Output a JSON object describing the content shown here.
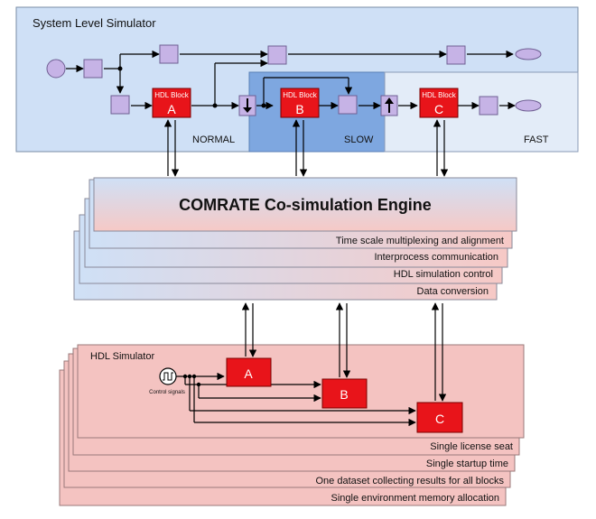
{
  "system_sim": {
    "title": "System Level Simulator",
    "regions": {
      "normal": "NORMAL",
      "slow": "SLOW",
      "fast": "FAST"
    },
    "hdl_block_label": "HDL Block",
    "blocks": [
      "A",
      "B",
      "C"
    ]
  },
  "engine": {
    "title": "COMRATE Co-simulation Engine",
    "layers": [
      "Time scale multiplexing and alignment",
      "Interprocess communication",
      "HDL simulation control",
      "Data conversion"
    ]
  },
  "hdl_sim": {
    "title": "HDL Simulator",
    "control_label": "Control signals",
    "blocks": [
      "A",
      "B",
      "C"
    ],
    "layers": [
      "Single license seat",
      "Single startup time",
      "One dataset collecting results for all blocks",
      "Single environment memory allocation"
    ]
  },
  "colors": {
    "system_bg": "#cfe0f6",
    "slow_bg": "#7ea7e0",
    "fast_bg": "#e3ecf8",
    "engine_top": "#cfe0f6",
    "engine_bottom": "#f6c9c6",
    "hdl_bg": "#f4c3c1",
    "block_red": "#e8141a",
    "node_purple": "#c6b3e6"
  }
}
